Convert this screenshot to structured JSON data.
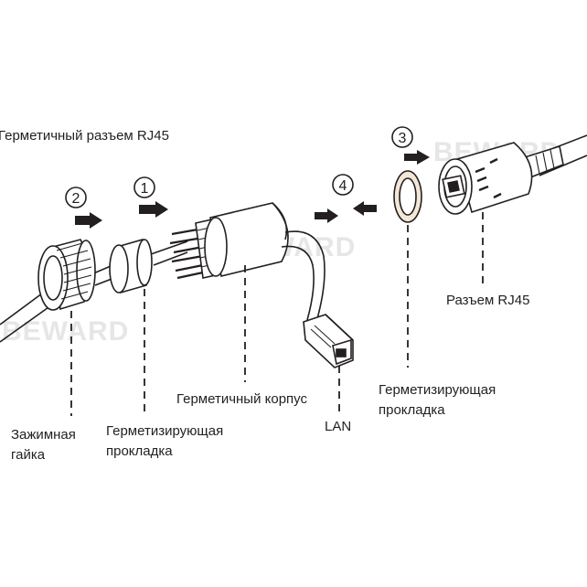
{
  "title": "Герметичный разъем RJ45",
  "watermark": "BEWARD",
  "steps": {
    "s1": "1",
    "s2": "2",
    "s3": "3",
    "s4": "4"
  },
  "labels": {
    "clamp_nut": [
      "Зажимная",
      "гайка"
    ],
    "seal_left": [
      "Герметизирующая",
      "прокладка"
    ],
    "housing": "Герметичный корпус",
    "lan": "LAN",
    "seal_right": [
      "Герметизирующая",
      "прокладка"
    ],
    "rj45": "Разъем RJ45"
  },
  "colors": {
    "ink": "#231f20",
    "watermark": "#e6e6e6",
    "ring": "#f3e7d6"
  }
}
